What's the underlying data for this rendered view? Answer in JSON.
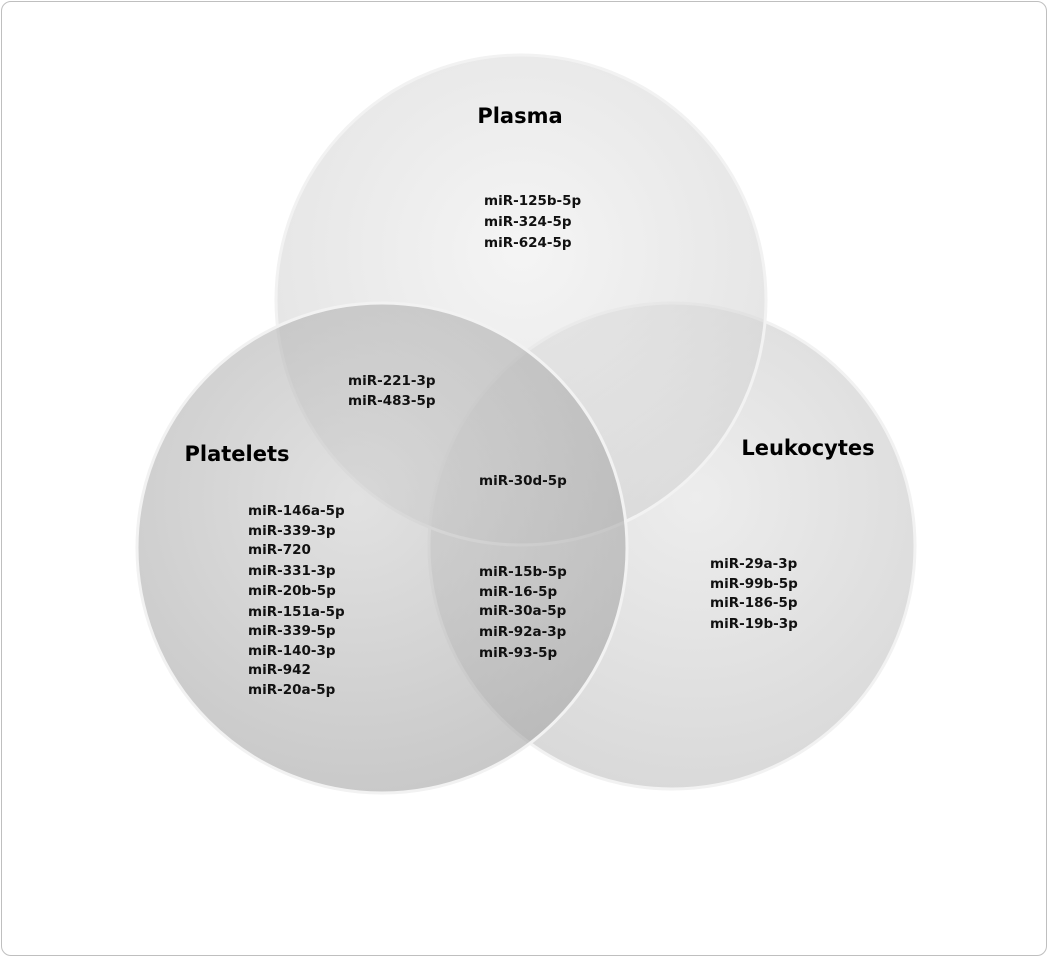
{
  "diagram": {
    "sets": {
      "plasma": {
        "title": "Plasma"
      },
      "platelets": {
        "title": "Platelets"
      },
      "leukocytes": {
        "title": "Leukocytes"
      }
    },
    "regions": {
      "plasma_only": [
        "miR-125b-5p",
        "miR-324-5p",
        "miR-624-5p"
      ],
      "plasma_platelets": [
        "miR-221-3p",
        "miR-483-5p"
      ],
      "all_three": [
        "miR-30d-5p"
      ],
      "platelets_leukocytes": [
        "miR-15b-5p",
        "miR-16-5p",
        "miR-30a-5p",
        "miR-92a-3p",
        "miR-93-5p"
      ],
      "platelets_only": [
        "miR-146a-5p",
        "miR-339-3p",
        "miR-720",
        "miR-331-3p",
        "miR-20b-5p",
        "miR-151a-5p",
        "miR-339-5p",
        "miR-140-3p",
        "miR-942",
        "miR-20a-5p"
      ],
      "leukocytes_only": [
        "miR-29a-3p",
        "miR-99b-5p",
        "miR-186-5p",
        "miR-19b-3p"
      ]
    }
  }
}
